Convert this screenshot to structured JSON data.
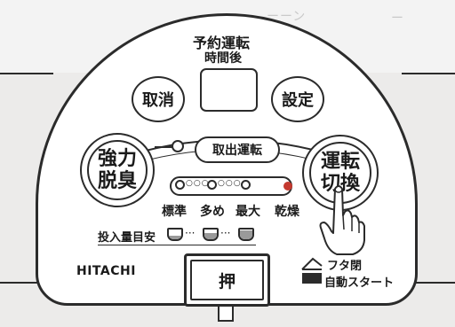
{
  "header": {
    "title": "予約運転",
    "subtitle": "時間後"
  },
  "buttons": {
    "cancel": "取消",
    "set": "設定",
    "take_out": "取出運転",
    "deodorize_line1": "強力",
    "deodorize_line2": "脱臭",
    "mode_line1": "運転",
    "mode_line2": "切換",
    "push": "押"
  },
  "led_track": {
    "dots": "○○○",
    "active_indicator_color": "#c4392f"
  },
  "modes": [
    "標準",
    "多め",
    "最大",
    "乾燥"
  ],
  "amount_guide": {
    "label": "投入量目安",
    "separator": "···",
    "levels": [
      0.35,
      0.6,
      0.9
    ]
  },
  "brand": "HITACHI",
  "auto_start": {
    "line1": "フタ閉",
    "line2": "自動スタート"
  },
  "icons": {
    "hand": "pointing-hand-icon",
    "lid": "lid-close-icon",
    "cup": "cup-icon"
  }
}
